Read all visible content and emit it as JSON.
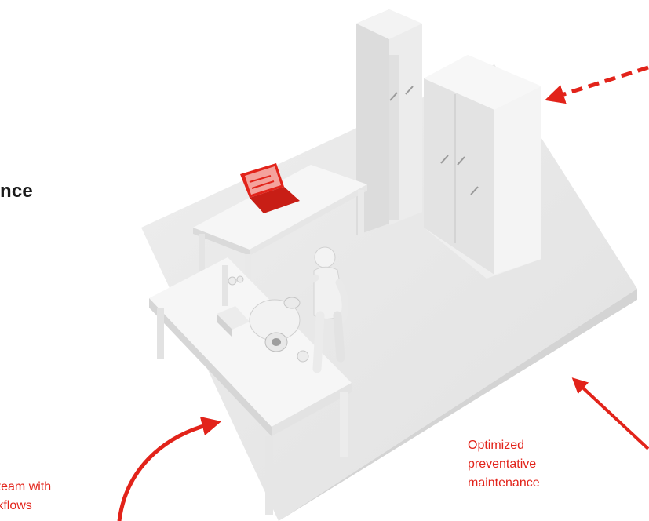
{
  "heading": {
    "fragment": "nce"
  },
  "captions": {
    "right": [
      "Optimized",
      "preventative",
      "maintenance"
    ],
    "left": [
      "ur team with",
      "rkflows"
    ]
  },
  "colors": {
    "accent": "#e2231a",
    "floor": "#e5e5e5",
    "furniture": "#f1f1f1",
    "shadow": "#c9c9c9",
    "text": "#1a1a1a"
  },
  "icons": {
    "laptop": "laptop-icon",
    "worker": "worker-figure",
    "pump": "pump-machine",
    "cabinets": "storage-cabinets"
  }
}
